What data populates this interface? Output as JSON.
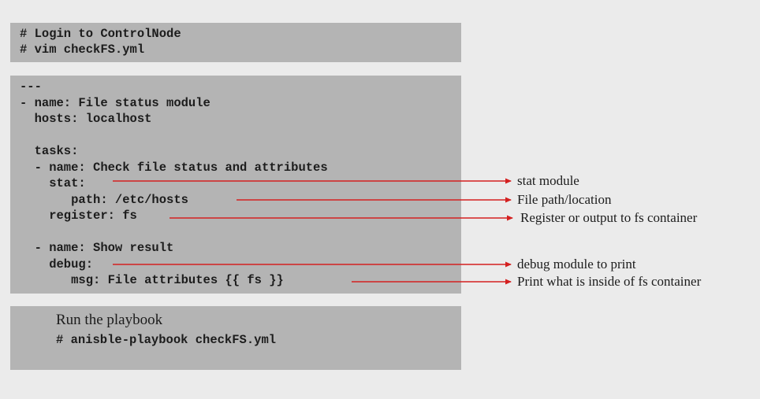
{
  "login_box": {
    "lines": [
      "# Login to ControlNode",
      "# vim checkFS.yml"
    ]
  },
  "yaml_box": {
    "lines": [
      "---",
      "- name: File status module",
      "  hosts: localhost",
      "",
      "  tasks:",
      "  - name: Check file status and attributes",
      "    stat:",
      "       path: /etc/hosts",
      "    register: fs",
      "",
      "  - name: Show result",
      "    debug:",
      "       msg: File attributes {{ fs }}"
    ]
  },
  "run_box": {
    "label": "Run the playbook",
    "command": "# anisble-playbook checkFS.yml"
  },
  "annotations": [
    "stat module",
    "File path/location",
    "Register or output to fs container",
    "debug module to print",
    "Print what is inside of fs container"
  ],
  "colors": {
    "arrow": "#d42020",
    "box": "#b4b4b4",
    "background": "#ebebeb"
  }
}
